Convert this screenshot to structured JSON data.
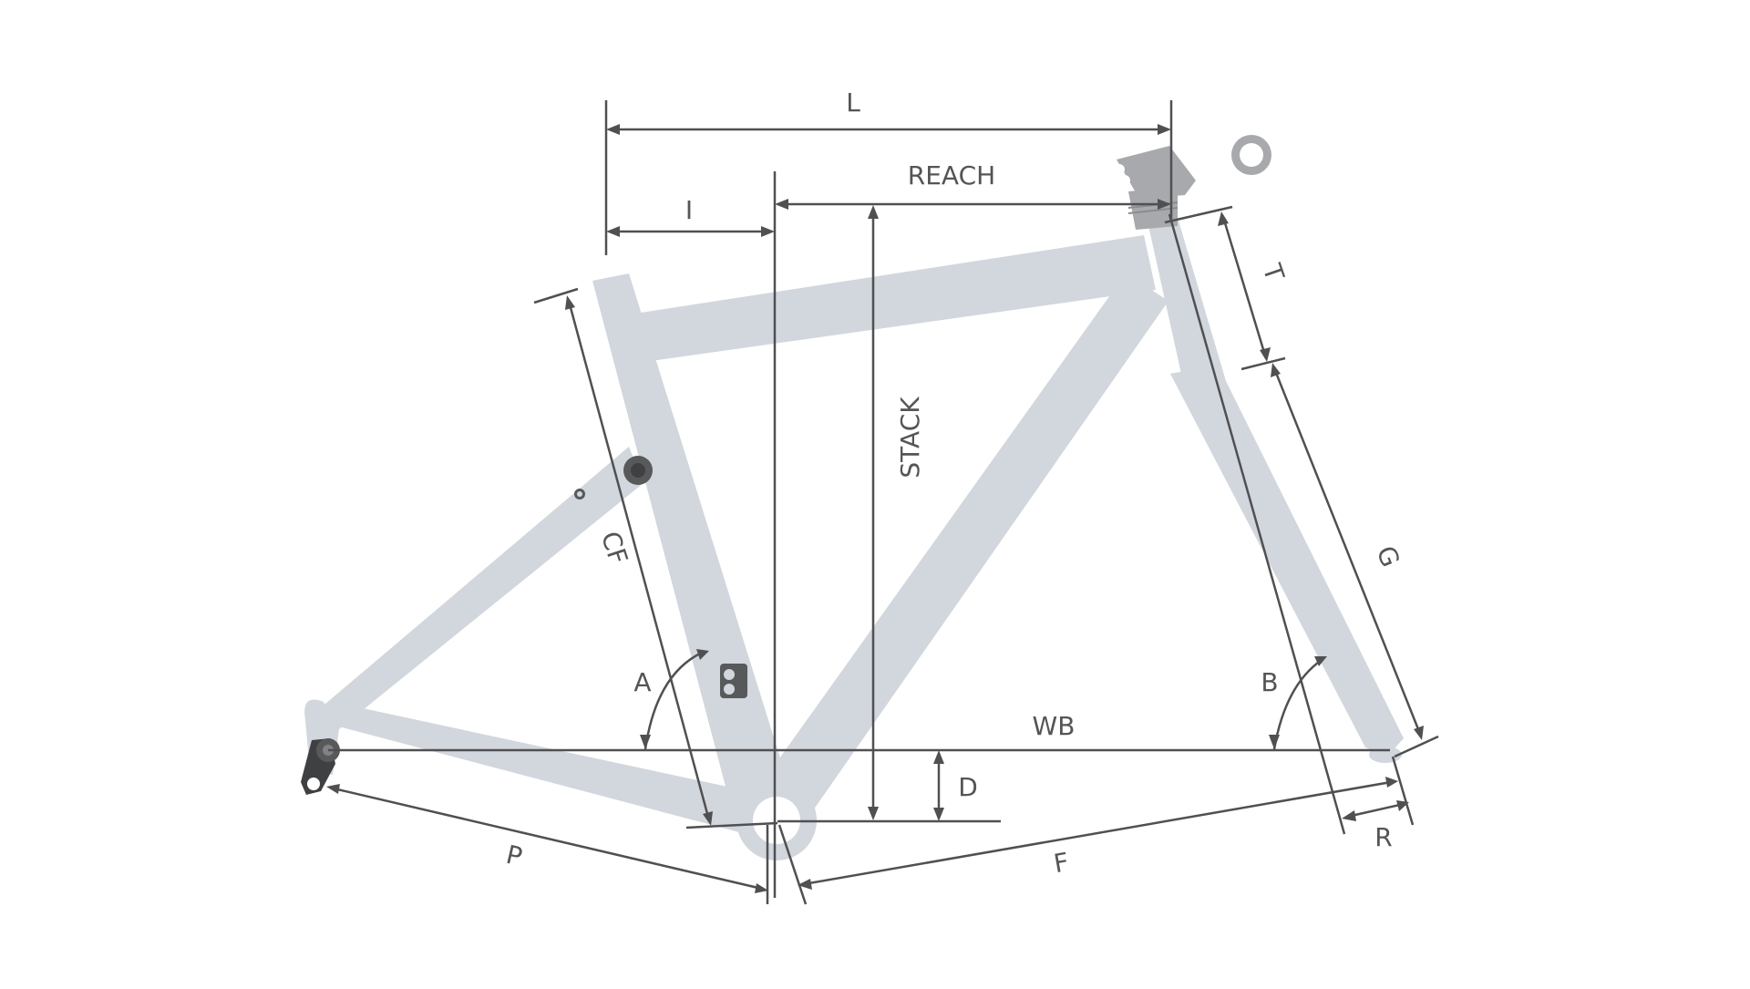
{
  "diagram": {
    "colors": {
      "frame": "#d2d6dd",
      "dimension_lines": "#505052",
      "labels": "#555558",
      "stem": "#a7a9ac",
      "hardware": "#58595b"
    },
    "labels": {
      "L": "L",
      "REACH": "REACH",
      "I": "I",
      "STACK": "STACK",
      "T": "T",
      "G": "G",
      "CF": "CF",
      "A": "A",
      "B": "B",
      "WB": "WB",
      "D": "D",
      "P": "P",
      "F": "F",
      "R": "R"
    }
  }
}
